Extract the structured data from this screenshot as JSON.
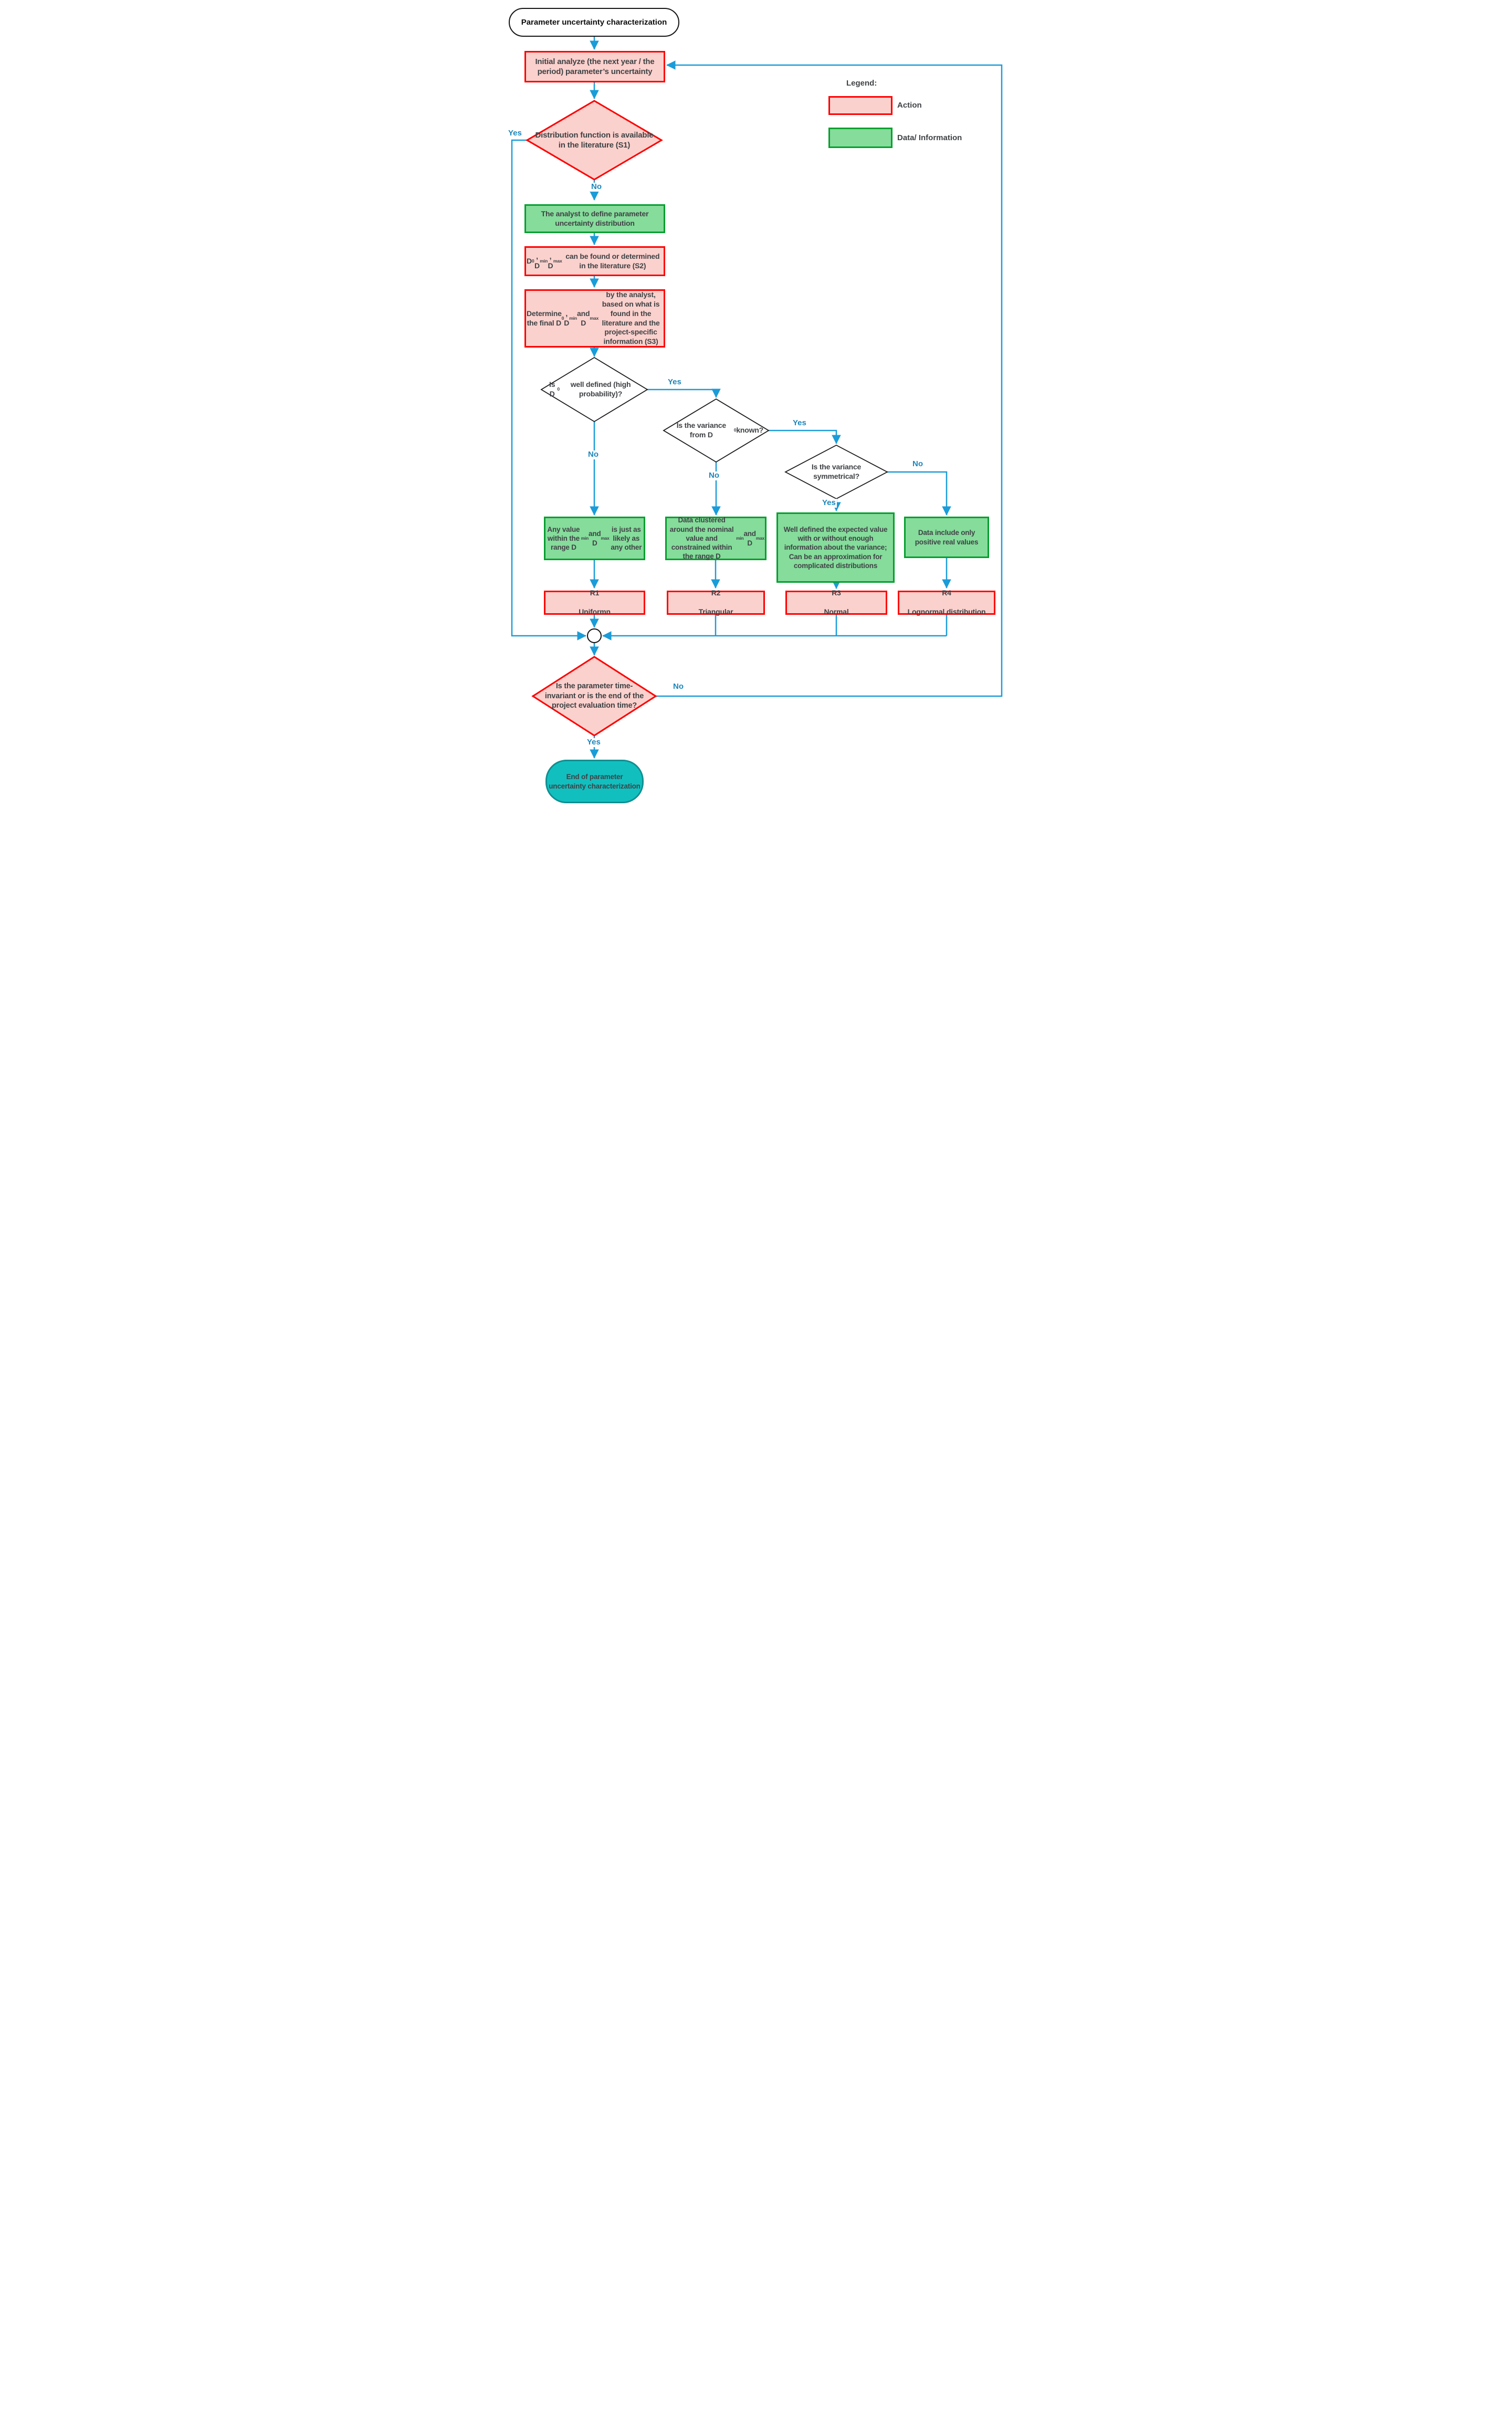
{
  "page_title": "Parameter uncertainty characterization flowchart",
  "colors": {
    "action_fill": "#fbd1cd",
    "action_border": "#ff0000",
    "data_fill": "#85dc9b",
    "data_border": "#079f2f",
    "connector_blue": "#1a9cd8",
    "branch_label_blue": "#1c86bb",
    "terminator_end_fill": "#12bfbf",
    "terminator_end_border": "#0f8f91",
    "node_text_gray": "#3f4245"
  },
  "legend": {
    "title": "Legend:",
    "items": [
      {
        "label": "Action"
      },
      {
        "label": "Data/ Information"
      }
    ]
  },
  "labels": {
    "yes": "Yes",
    "no": "No"
  },
  "nodes": {
    "start": "Parameter uncertainty characterization",
    "initial": "Initial analyze (the next year / the period)  parameter’s uncertainty",
    "s1": "Distribution function is available in the literature (S1)",
    "analyst": "The analyst to define parameter uncertainty distribution",
    "s2": "D0, Dmin, Dmax can be found or determined in the literature (S2)",
    "s3": "Determine the final D0, Dmin and Dmax by the analyst, based on what is found in the literature and the project-specific information (S3)",
    "d_well_defined": "Is D0 well defined (high probability)?",
    "d_variance_known": "Is the variance from D0 known?",
    "d_variance_symmetrical": "Is the variance symmetrical?",
    "g_uniform": "Any value within the range Dmin and Dmax is just as likely as any other",
    "g_triangular": "Data clustered around the nominal value and constrained within the range Dmin and Dmax",
    "g_normal": "Well defined the expected value with or without enough information about the variance;\nCan be an approximation for complicated distributions",
    "g_lognormal": "Data include only positive real values",
    "r1": {
      "code": "R1",
      "label": "Uniformn"
    },
    "r2": {
      "code": "R2",
      "label": "Triangular"
    },
    "r3": {
      "code": "R3",
      "label": "Normal"
    },
    "r4": {
      "code": "R4",
      "label": "Lognormal distribution"
    },
    "d_time_invariant": "Is the parameter time-invariant or is the end of the project evaluation time?",
    "end": "End of parameter uncertainty characterization"
  }
}
